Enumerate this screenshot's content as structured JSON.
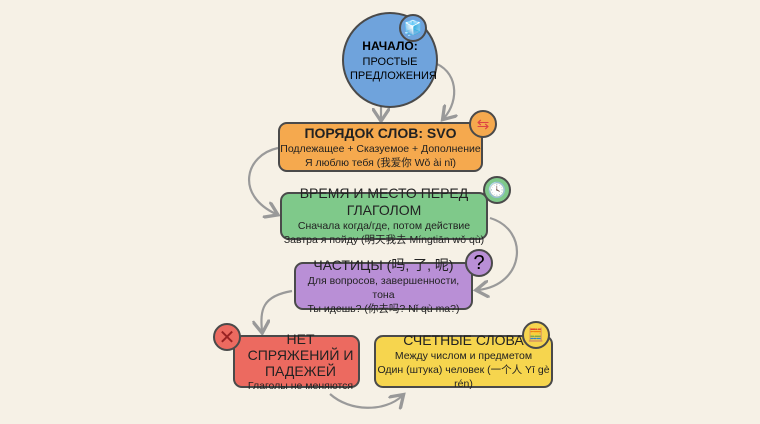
{
  "start": {
    "title": "НАЧАЛО:",
    "subtitle": "ПРОСТЫЕ ПРЕДЛОЖЕНИЯ",
    "color": "#6fa3dc"
  },
  "nodes": [
    {
      "title": "ПОРЯДОК СЛОВ: SVO",
      "line1": "Подлежащее + Сказуемое + Дополнение",
      "line2": "Я люблю тебя (我爱你 Wǒ ài nǐ)",
      "color": "#f5a94e"
    },
    {
      "title": "ВРЕМЯ И МЕСТО ПЕРЕД ГЛАГОЛОМ",
      "line1": "Сначала когда/где, потом действие",
      "line2": "Завтра я пойду (明天我去 Míngtiān wǒ qù)",
      "color": "#7fc98a"
    },
    {
      "title": "ЧАСТИЦЫ (吗, 了, 呢)",
      "line1": "Для вопросов, завершенности, тона",
      "line2": "Ты идешь? (你去吗? Nǐ qù ma?)",
      "color": "#b98fd6"
    },
    {
      "title": "НЕТ СПРЯЖЕНИЙ И ПАДЕЖЕЙ",
      "line1": "Глаголы не меняются",
      "color": "#ec6a60"
    },
    {
      "title": "СЧЕТНЫЕ СЛОВА",
      "line1": "Между числом и предметом",
      "line2": "Один (штука) человек (一个人 Yī gè rén)",
      "color": "#f6d54e"
    }
  ],
  "icons": {
    "start": "blocks-icon",
    "order": "swap-arrows-icon",
    "time": "clock-icon",
    "particles": "question-icon",
    "no-conjugation": "cross-icon",
    "measure": "abacus-icon"
  }
}
